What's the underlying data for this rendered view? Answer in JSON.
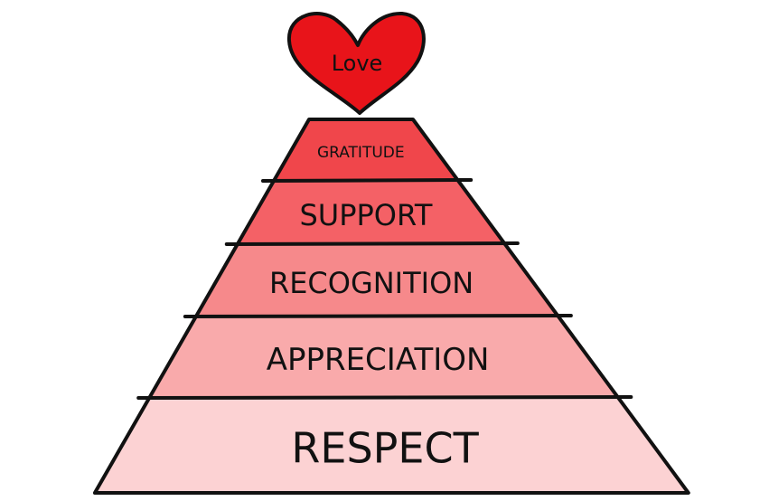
{
  "heart": {
    "label": "Love",
    "color": "#e8141a"
  },
  "levels": [
    {
      "label": "GRATITUDE",
      "color": "#f0464b"
    },
    {
      "label": "SUPPORT",
      "color": "#f46166"
    },
    {
      "label": "RECOGNITION",
      "color": "#f6898b"
    },
    {
      "label": "APPRECIATION",
      "color": "#f9aaab"
    },
    {
      "label": "RESPECT",
      "color": "#fcd2d3"
    }
  ]
}
